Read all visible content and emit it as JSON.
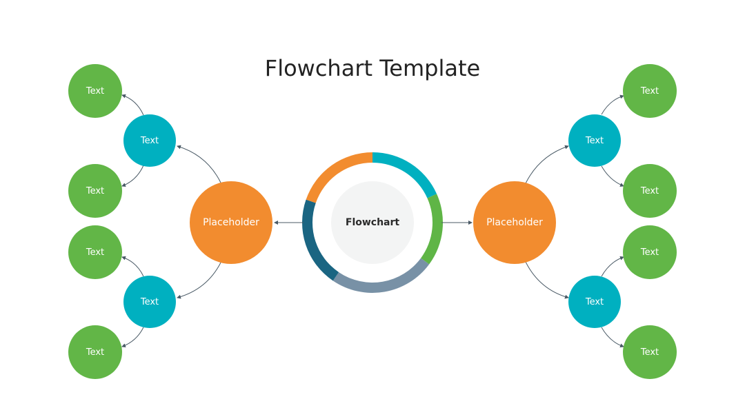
{
  "title": "Flowchart Template",
  "center": {
    "label": "Flowchart",
    "inner_color": "#f3f4f4",
    "ring_segments": [
      {
        "color": "#00b0c0",
        "share": 0.183
      },
      {
        "color": "#5fb546",
        "share": 0.168
      },
      {
        "color": "#7891a6",
        "share": 0.244
      },
      {
        "color": "#1a6582",
        "share": 0.208
      },
      {
        "color": "#f28c2f",
        "share": 0.197
      }
    ]
  },
  "colors": {
    "leaf": "#62b647",
    "mid": "#00b0c0",
    "hub": "#f28c2f",
    "connector": "#4a5a66"
  },
  "left": {
    "hub": "Placeholder",
    "branches": [
      {
        "label": "Text",
        "leaves": [
          "Text",
          "Text"
        ]
      },
      {
        "label": "Text",
        "leaves": [
          "Text",
          "Text"
        ]
      }
    ]
  },
  "right": {
    "hub": "Placeholder",
    "branches": [
      {
        "label": "Text",
        "leaves": [
          "Text",
          "Text"
        ]
      },
      {
        "label": "Text",
        "leaves": [
          "Text",
          "Text"
        ]
      }
    ]
  }
}
